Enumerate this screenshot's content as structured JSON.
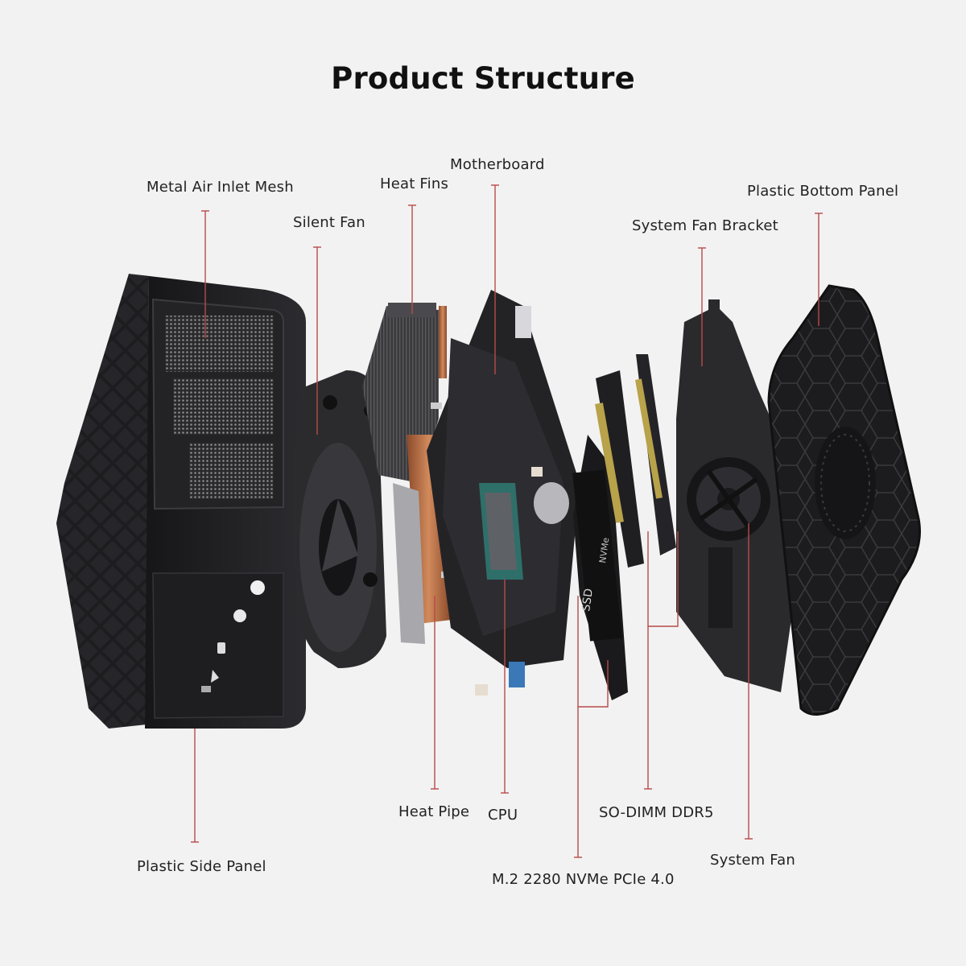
{
  "title": "Product Structure",
  "colors": {
    "background": "#f2f2f2",
    "leader_line": "#b84a4a",
    "component_dark": "#1f1f22",
    "copper": "#c4774d",
    "mesh": "#8a8a8a"
  },
  "labels": {
    "metal_air_inlet_mesh": "Metal Air Inlet Mesh",
    "heat_fins": "Heat Fins",
    "motherboard": "Motherboard",
    "plastic_bottom_panel": "Plastic Bottom Panel",
    "silent_fan": "Silent Fan",
    "system_fan_bracket": "System Fan Bracket",
    "heat_pipe": "Heat Pipe",
    "cpu": "CPU",
    "so_dimm_ddr5": "SO-DIMM DDR5",
    "system_fan": "System Fan",
    "plastic_side_panel": "Plastic Side Panel",
    "m2_ssd": "M.2 2280 NVMe PCIe 4.0"
  },
  "ssd_text": "SSD",
  "ssd_text2": "NVMe"
}
